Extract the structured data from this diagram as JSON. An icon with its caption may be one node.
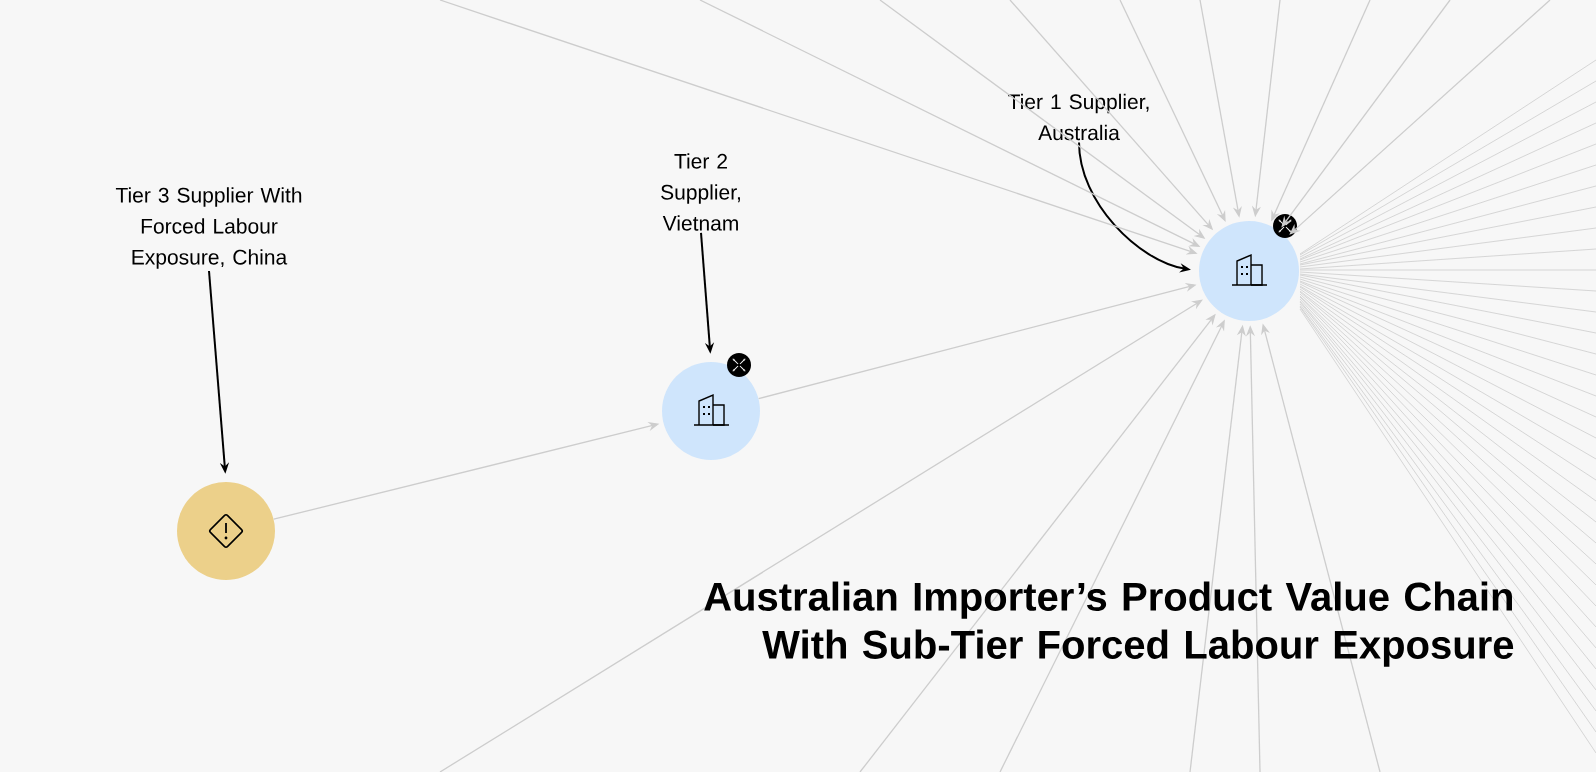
{
  "diagram": {
    "title": "Australian Importer’s Product Value Chain With Sub-Tier Forced Labour Exposure",
    "nodes": [
      {
        "text": [
          "Tier 3 Supplier With Forced Labour Exposure, China"
        ]
      },
      {
        "text": [
          "Tier 2 Supplier, Vietnam"
        ]
      },
      {
        "text": [
          "Tier 1 Supplier, Australia"
        ]
      },
      {
        "text": [],
        "shape": "circle"
      },
      {
        "text": [],
        "shape": "circle"
      },
      {
        "text": [],
        "shape": "circle"
      }
    ],
    "edges": [
      {
        "from": 0,
        "to": 3,
        "arrow": "to",
        "color": "#000000"
      },
      {
        "from": 1,
        "to": 4,
        "arrow": "to",
        "color": "#000000"
      },
      {
        "from": 2,
        "to": 5,
        "arrow": "to",
        "color": "#000000"
      },
      {
        "from": 3,
        "to": 4,
        "arrow": "to"
      },
      {
        "from": 4,
        "to": 5,
        "arrow": "to"
      },
      {
        "from": null,
        "to": 5,
        "arrow": "to"
      },
      {
        "from": null,
        "to": 5,
        "arrow": "to"
      },
      {
        "from": null,
        "to": 5,
        "arrow": "to"
      },
      {
        "from": null,
        "to": 5,
        "arrow": "to"
      },
      {
        "from": null,
        "to": 5,
        "arrow": "to"
      },
      {
        "from": null,
        "to": 5,
        "arrow": "to"
      },
      {
        "from": null,
        "to": 5,
        "arrow": "to"
      },
      {
        "from": null,
        "to": 5,
        "arrow": "to"
      },
      {
        "from": null,
        "to": 5,
        "arrow": "to"
      },
      {
        "from": null,
        "to": 5,
        "arrow": "to"
      },
      {
        "from": null,
        "to": 5,
        "arrow": "to"
      },
      {
        "from": null,
        "to": 5,
        "arrow": "to"
      },
      {
        "from": null,
        "to": 5,
        "arrow": "to"
      },
      {
        "from": null,
        "to": 5,
        "arrow": "to"
      },
      {
        "from": null,
        "to": 5,
        "arrow": "to"
      },
      {
        "from": null,
        "to": 5,
        "arrow": "to"
      }
    ]
  }
}
